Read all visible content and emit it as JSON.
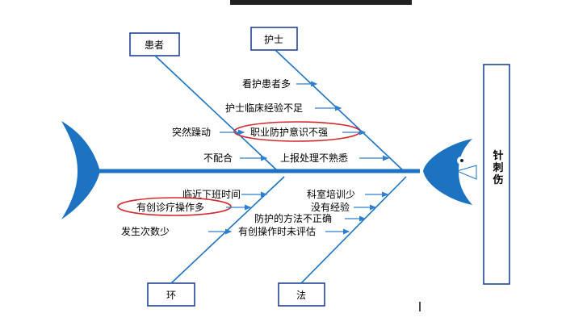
{
  "diagram": {
    "effect": "针刺伤",
    "categories": {
      "patient": "患者",
      "nurse": "护士",
      "environment": "环",
      "method": "法"
    },
    "causes": {
      "nurse": [
        "看护患者多",
        "护士临床经验不足",
        "职业防护意识不强",
        "上报处理不熟悉"
      ],
      "patient": [
        "突然躁动",
        "不配合"
      ],
      "environment": [
        "临近下班时间",
        "有创诊疗操作多",
        "发生次数少"
      ],
      "method": [
        "科室培训少",
        "没有经验",
        "防护的方法不正确",
        "有创操作时未评估"
      ]
    },
    "highlighted": [
      "职业防护意识不强",
      "有创诊疗操作多"
    ],
    "colors": {
      "spine": "#1b73c2",
      "fish": "#1b73c2",
      "box_border": "#22439a",
      "highlight_ring": "#d22a2a"
    }
  }
}
